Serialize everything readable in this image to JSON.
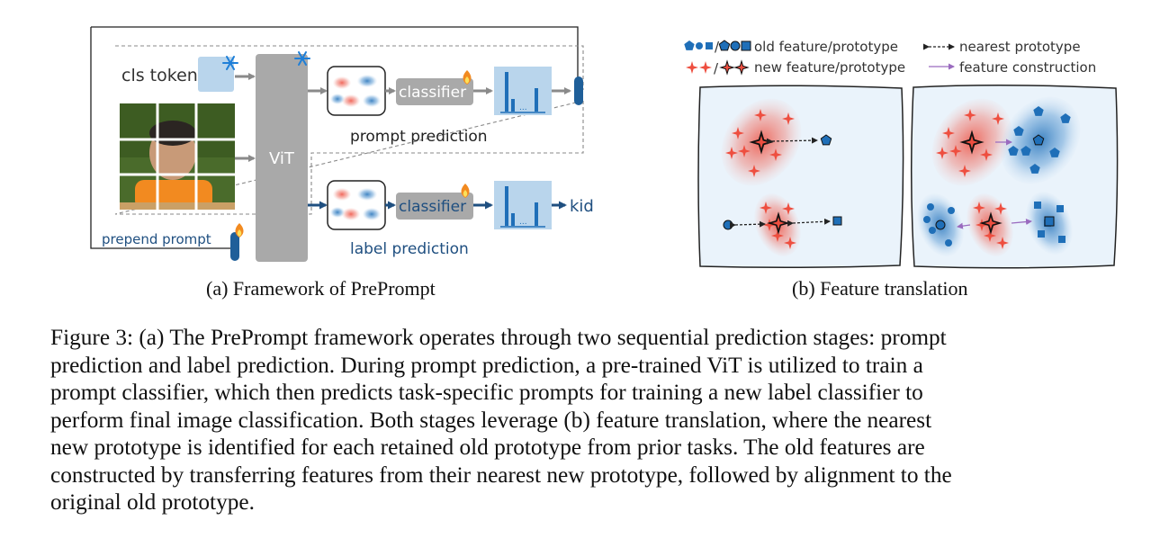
{
  "diagram_a": {
    "cls_token_label": "cls token",
    "vit_label": "ViT",
    "classifier_top_label": "classifier",
    "classifier_bottom_label": "classifier",
    "prompt_prediction_label": "prompt prediction",
    "label_prediction_label": "label prediction",
    "prepend_prompt_label": "prepend prompt",
    "output_label": "kid",
    "ellipsis": "...",
    "frozen_icon": "snowflake-icon",
    "trainable_icon": "fire-icon",
    "colors": {
      "blue": "#1f5f99",
      "red": "#e8473b",
      "gray": "#a9a9a9",
      "light_blue": "#b9d5ec"
    }
  },
  "diagram_b": {
    "legend": {
      "old_feature_prototype": "old feature/prototype",
      "new_feature_prototype": "new feature/prototype",
      "nearest_prototype": "nearest prototype",
      "feature_construction": "feature construction",
      "slash": "/"
    },
    "colors": {
      "panel_bg": "#eaf3fb",
      "blue": "#1f6fb8",
      "red": "#ee4e3f",
      "purple": "#9a6bbf"
    }
  },
  "subcaptions": {
    "a": "(a) Framework of PrePrompt",
    "b": "(b) Feature translation"
  },
  "caption_lines": [
    "Figure 3: (a) The PrePrompt framework operates through two sequential prediction stages: prompt",
    "prediction and label prediction. During prompt prediction, a pre-trained ViT is utilized to train a",
    "prompt classifier, which then predicts task-specific prompts for training a new label classifier to",
    "perform final image classification. Both stages leverage (b) feature translation, where the nearest",
    "new prototype is identified for each retained old prototype from prior tasks. The old features are",
    "constructed by transferring features from their nearest new prototype, followed by alignment to the",
    "original old prototype."
  ]
}
